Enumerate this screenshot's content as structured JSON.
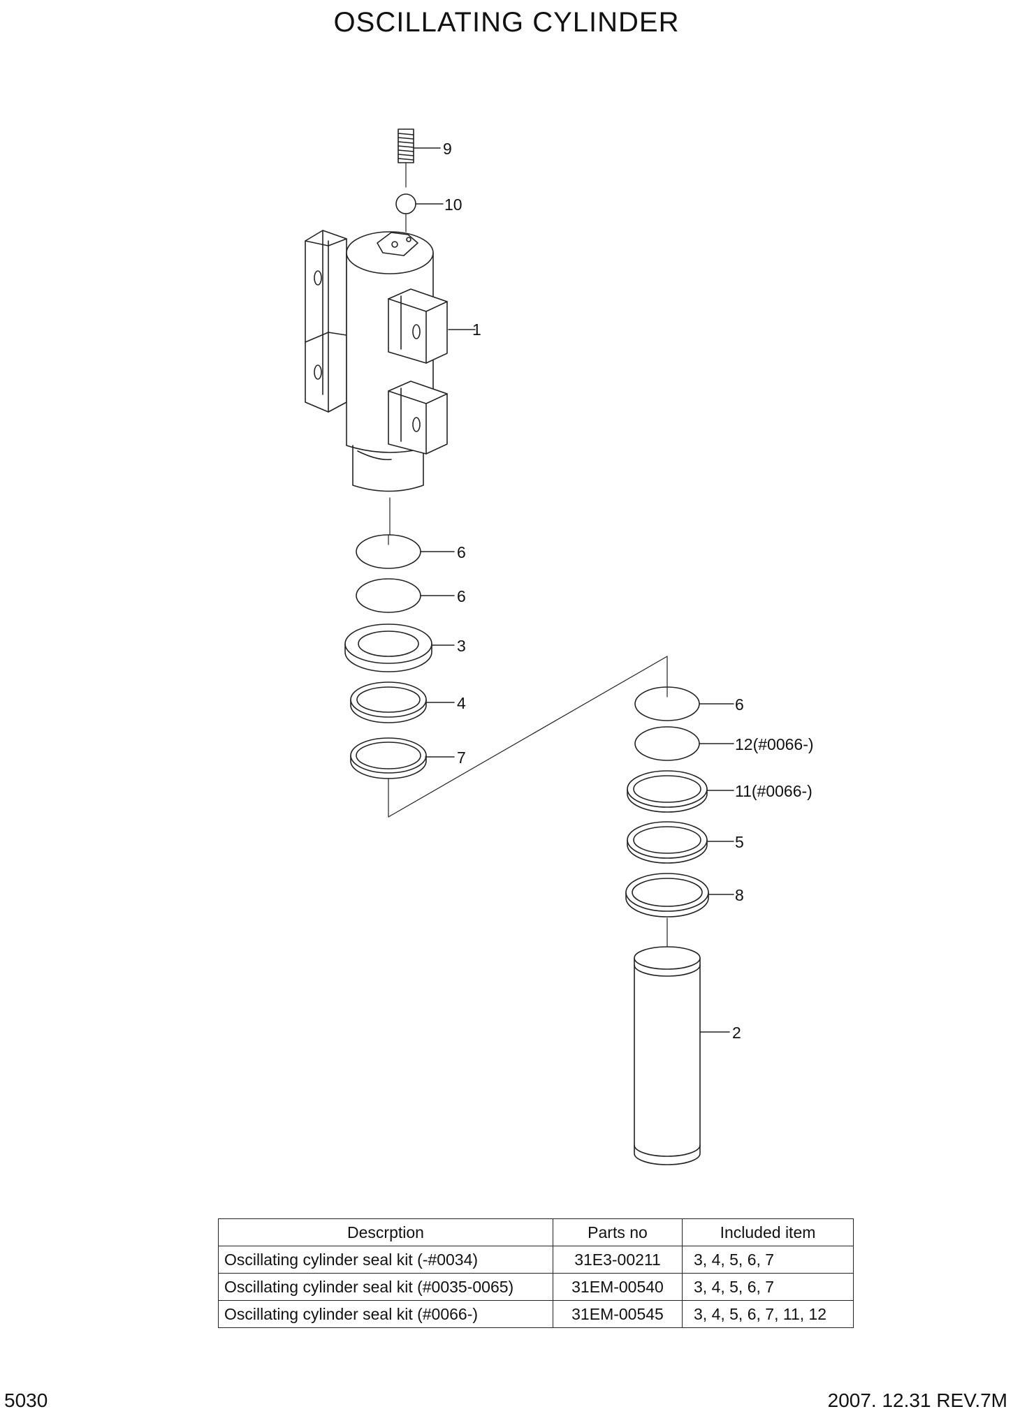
{
  "title": "OSCILLATING CYLINDER",
  "callouts": {
    "c9": "9",
    "c10": "10",
    "c1": "1",
    "c6a": "6",
    "c6b": "6",
    "c3": "3",
    "c4": "4",
    "c7": "7",
    "c6c": "6",
    "c12": "12(#0066-)",
    "c11": "11(#0066-)",
    "c5": "5",
    "c8": "8",
    "c2": "2"
  },
  "table": {
    "headers": [
      "Descrption",
      "Parts no",
      "Included item"
    ],
    "rows": [
      [
        "Oscillating cylinder seal kit (-#0034)",
        "31E3-00211",
        "3, 4, 5, 6, 7"
      ],
      [
        "Oscillating cylinder seal kit (#0035-0065)",
        "31EM-00540",
        "3, 4, 5, 6, 7"
      ],
      [
        "Oscillating cylinder seal kit (#0066-)",
        "31EM-00545",
        "3, 4, 5, 6, 7, 11, 12"
      ]
    ]
  },
  "footer": {
    "page": "5030",
    "revision": "2007. 12.31  REV.7M"
  }
}
